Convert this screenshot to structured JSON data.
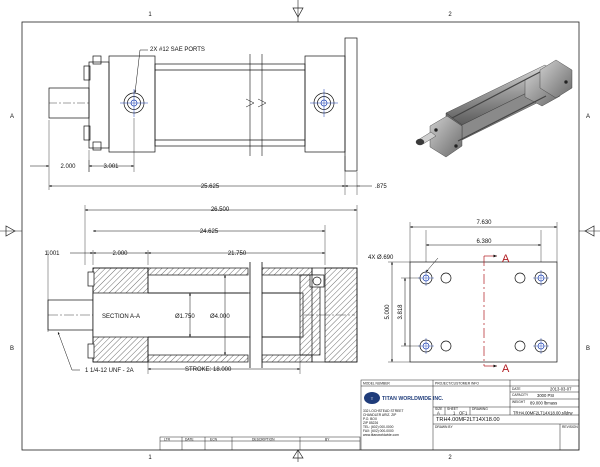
{
  "border": {
    "col_labels": [
      "1",
      "2"
    ],
    "row_labels": [
      "A",
      "B"
    ]
  },
  "top_view": {
    "ports_note": "2X #12 SAE PORTS",
    "dims": {
      "d_2000": "2.000",
      "d_3001": "3.001",
      "d_25625": "25.625",
      "d_875": ".875"
    }
  },
  "section_view": {
    "dims": {
      "d_26500": "26.500",
      "d_24625": "24.625",
      "d_1001": "1.001",
      "d_2000": "2.000",
      "d_21750": "21.750",
      "dia_1750": "Ø1.750",
      "dia_4000": "Ø4.000",
      "stroke": "STROKE: 18.000",
      "thread": "1 1/4-12 UNF - 2A"
    },
    "section_label": "SECTION A-A"
  },
  "end_view": {
    "holes_note": "4X Ø.690",
    "dims": {
      "d_7630": "7.630",
      "d_6380": "6.380",
      "d_5000": "5.000",
      "d_3818": "3.818"
    },
    "section_marker": "A"
  },
  "title_block": {
    "model_number_label": "MODEL NUMBER",
    "project_label": "PROJECT/CUSTOMER INFO",
    "company": "TITAN WORLDWIDE INC.",
    "company_lines": [
      "332 LOCHSTEAD STREET",
      "CHANDLER ARIZ. ZIP",
      "P.O. BOX",
      "ZIP 85226",
      "TEL: (602) 000-0000",
      "FAX: (602) 000-0000",
      "www.titanworldwide.com"
    ],
    "date_label": "DATE",
    "date": "2013-03-07",
    "capacity_label": "CAPACITY",
    "capacity": "3000 PSI",
    "weight_label": "WEIGHT",
    "weight": "89.000 lbmass",
    "drawing_label": "DRAWING",
    "size_label": "SIZE",
    "size": "A",
    "sheet_label": "SHEET",
    "sheet": "1",
    "of_label": "OF",
    "sheet_total": "1",
    "file_name": "TRH4.00MF2LT14X18.00.slldrw",
    "part_number": "TRH4.00MF2LT14X18.00",
    "drawn_label": "DRAWN BY",
    "revision_label": "REVISION"
  },
  "revision_table": {
    "headers": [
      "LTR",
      "DATE",
      "ECN",
      "DESCRIPTION",
      "BY"
    ]
  }
}
